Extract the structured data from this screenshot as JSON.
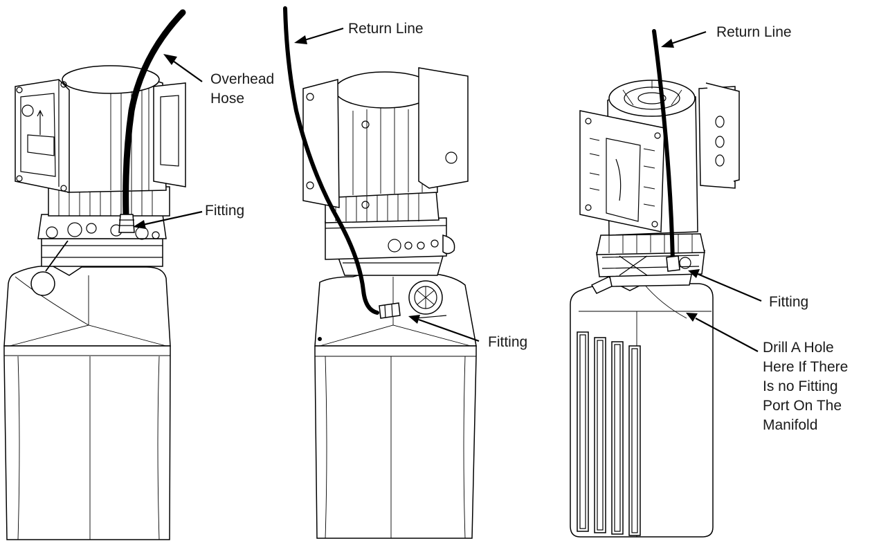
{
  "labels": {
    "overhead_hose_line1": "Overhead",
    "overhead_hose_line2": "Hose",
    "fitting_left": "Fitting",
    "return_line_center": "Return Line",
    "fitting_center": "Fitting",
    "return_line_right": "Return Line",
    "fitting_right": "Fitting",
    "drill_note": [
      "Drill A Hole",
      "Here If There",
      "Is no Fitting",
      "Port On The",
      "Manifold"
    ]
  },
  "colors": {
    "ink": "#000000",
    "background": "#ffffff"
  }
}
